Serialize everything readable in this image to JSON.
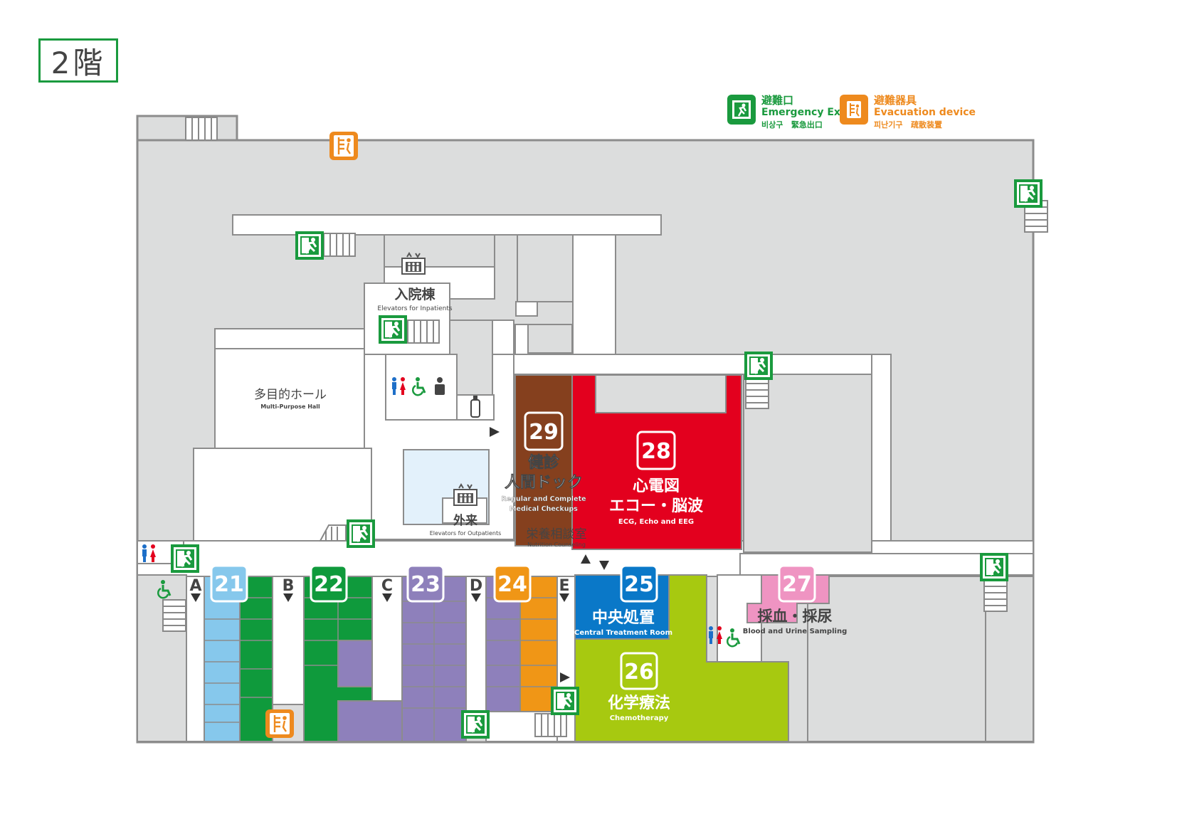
{
  "floor": {
    "label": "2階"
  },
  "legend": {
    "emergency_exit": {
      "ja": "避難口",
      "en": "Emergency Exit",
      "ko": "비상구",
      "zh": "緊急出口",
      "color": "#1a9a3e"
    },
    "evacuation_device": {
      "ja": "避難器具",
      "en": "Evacuation device",
      "ko": "피난기구",
      "zh": "疏散装置",
      "color": "#ee8a1e"
    }
  },
  "rooms": {
    "r21": {
      "number": "21",
      "color": "#86c8ec"
    },
    "r22": {
      "number": "22",
      "color": "#0f9a3c"
    },
    "r23": {
      "number": "23",
      "color": "#8e80bb"
    },
    "r24": {
      "number": "24",
      "color": "#f09616"
    },
    "r25": {
      "number": "25",
      "name": "中央処置",
      "en": "Central Treatment Room",
      "color": "#0a78c8"
    },
    "r26": {
      "number": "26",
      "name": "化学療法",
      "en": "Chemotherapy",
      "color": "#a7c910"
    },
    "r27": {
      "number": "27",
      "name": "採血・採尿",
      "en": "Blood and Urine Sampling",
      "color": "#ef94c2"
    },
    "r28": {
      "number": "28",
      "name1": "心電図",
      "name2": "エコー・脳波",
      "en": "ECG, Echo and EEG",
      "color": "#e3001e"
    },
    "r29": {
      "number": "29",
      "name1": "健診",
      "name2": "人間ドック",
      "en1": "Regular and Complete",
      "en2": "Medical Checkups",
      "color": "#85401e"
    }
  },
  "places": {
    "hall": {
      "ja": "多目的ホール",
      "en": "Multi-Purpose Hall"
    },
    "inpatient_elevators": {
      "ja": "入院棟",
      "en": "Elevators for Inpatients"
    },
    "outpatient_elevators": {
      "ja": "外来",
      "en": "Elevators for Outpatients"
    },
    "nutrition": {
      "ja": "栄養相談室",
      "en": "Nutrition Counseling"
    }
  },
  "corridors": [
    "A",
    "B",
    "C",
    "D",
    "E"
  ]
}
